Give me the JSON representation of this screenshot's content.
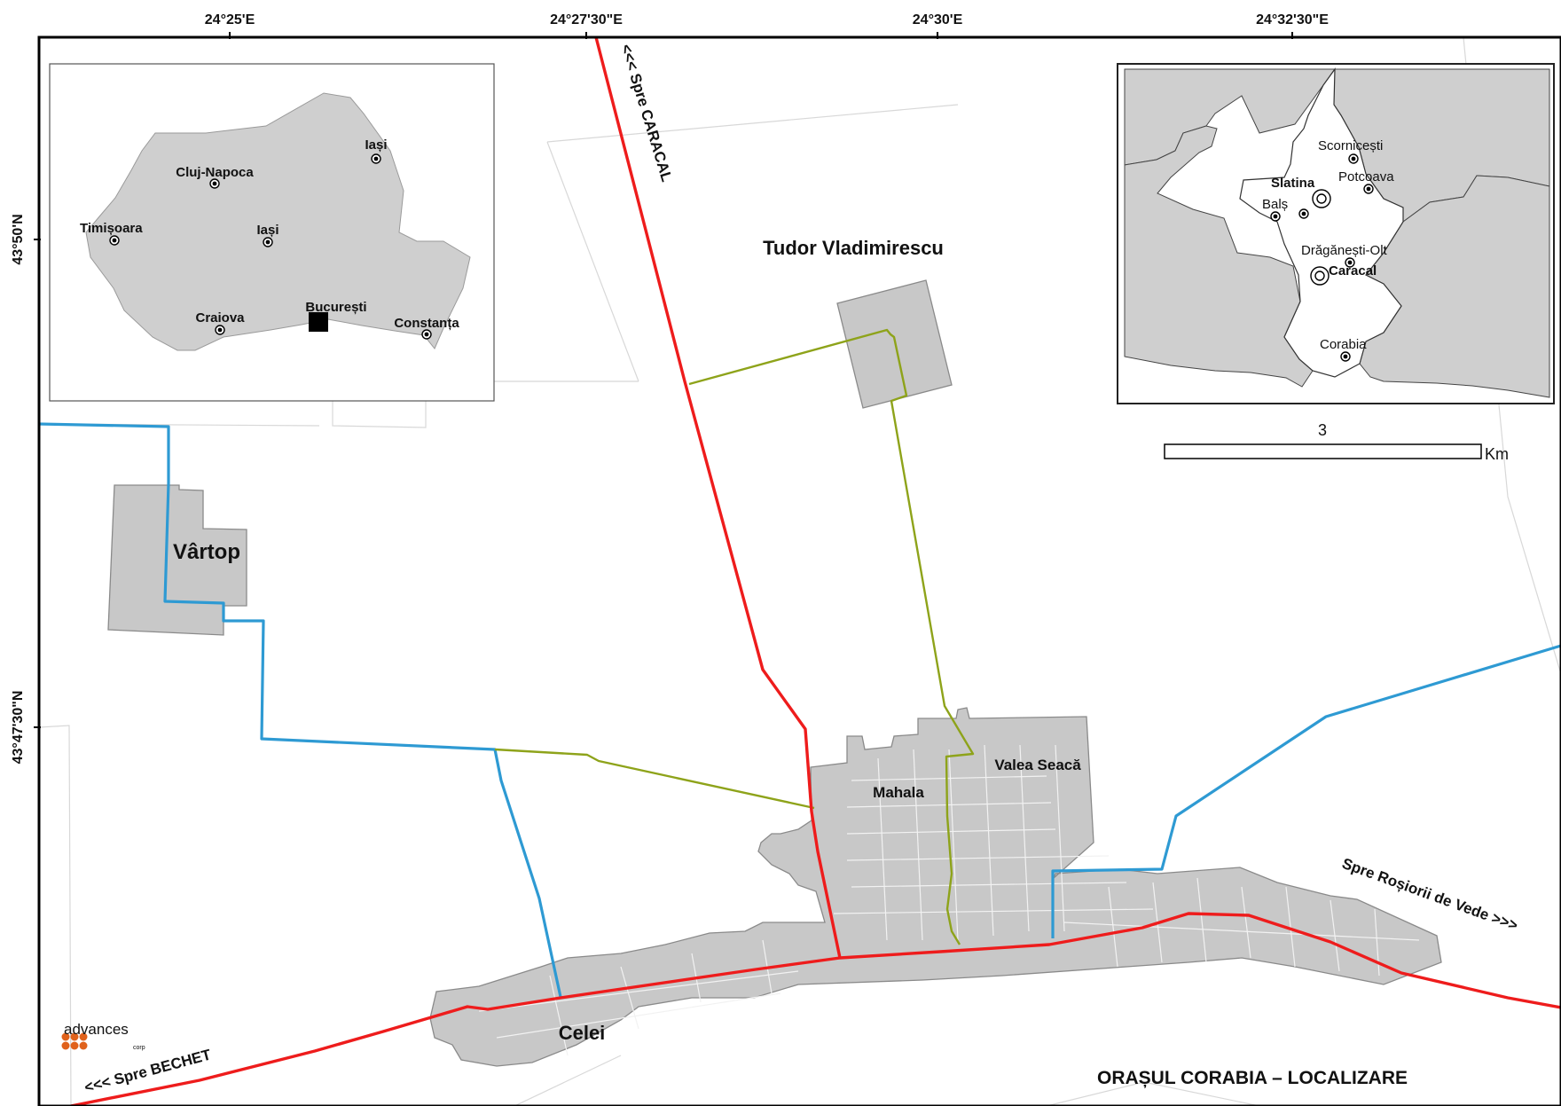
{
  "graticule": {
    "top": [
      "24°25'E",
      "24°27'30\"E",
      "24°30'E",
      "24°32'30\"E"
    ],
    "left": [
      "43°50'N",
      "43°47'30\"N"
    ]
  },
  "romania_inset": {
    "cities": [
      "Iași",
      "Cluj-Napoca",
      "Timișoara",
      "Iași",
      "Craiova",
      "București",
      "Constanța"
    ]
  },
  "olt_inset": {
    "towns": [
      "Scornicești",
      "Slatina",
      "Potcoava",
      "Balș",
      "Drăgănești-Olt",
      "Caracal",
      "Corabia"
    ]
  },
  "scale_bar": {
    "value": "3",
    "unit": "Km"
  },
  "places": {
    "tudor": "Tudor Vladimirescu",
    "vartop": "Vârtop",
    "mahala": "Mahala",
    "valea": "Valea Seacă",
    "celei": "Celei"
  },
  "roads": {
    "caracal": "<<< Spre CARACAL",
    "bechet": "<<< Spre BECHET",
    "rosiorii": "Spre Roșiorii de Vede >>>"
  },
  "map_title": "ORAȘUL CORABIA – LOCALIZARE",
  "logo": {
    "text": "advances",
    "sub": "corp"
  },
  "colors": {
    "national_road": "#ee1c1c",
    "county_road": "#2e9ad3",
    "local_road": "#8ea31a",
    "built_up": "#c8c8c8",
    "inset_land": "#cfcfcf"
  }
}
